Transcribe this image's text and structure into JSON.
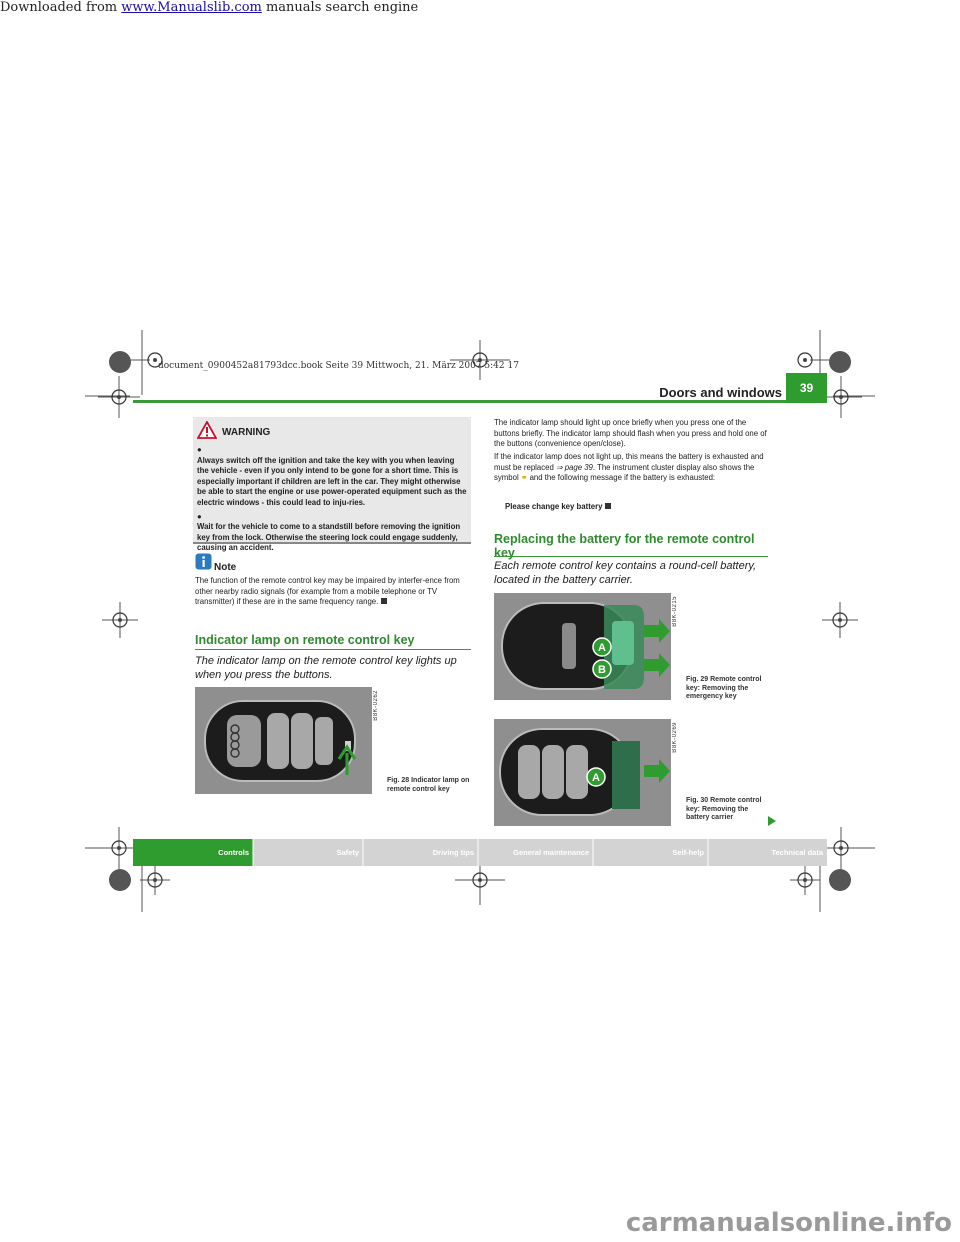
{
  "top_banner": {
    "downloaded_from": "Downloaded from",
    "site_link": "www.Manualslib.com",
    "suffix": "manuals search engine"
  },
  "bottom_watermark": "carmanualsonline.info",
  "file_stamp": "document_0900452a81793dcc.book  Seite 39  Mittwoch, 21. März 2007  5:42 17",
  "header": {
    "chapter_title": "Doors and windows",
    "page_number": "39"
  },
  "warning": {
    "title": "WARNING",
    "items": [
      "Always switch off the ignition and take the key with you when leaving the vehicle - even if you only intend to be gone for a short time. This is especially important if children are left in the car. They might otherwise be able to start the engine or use power-operated equipment such as the electric windows - this could lead to inju-ries.",
      "Wait for the vehicle to come to a standstill before removing the ignition key from the lock. Otherwise the steering lock could engage suddenly, causing an accident."
    ]
  },
  "note": {
    "title": "Note",
    "text": "The function of the remote control key may be impaired by interfer-ence from other nearby radio signals (for example from a mobile telephone or TV transmitter) if these are in the same frequency range."
  },
  "section1": {
    "heading": "Indicator lamp on remote control key",
    "subtitle": "The indicator lamp on the remote control key lights up when you press the buttons.",
    "figure_code": "B8K-0262",
    "figure_caption": "Fig. 28  Indicator lamp on remote control key"
  },
  "right_column": {
    "para1": "The indicator lamp should light up once briefly when you press one of the buttons briefly. The indicator lamp should flash when you press and hold one of the buttons (convenience open/close).",
    "para2_a": "If the indicator lamp does not light up, this means the battery is exhausted and must be replaced",
    "para2_ref": "page 39",
    "para2_b": ". The instrument cluster display also shows the symbol",
    "para2_c": "and the following message if the battery is exhausted:",
    "message": "Please change key battery"
  },
  "section2": {
    "heading": "Replacing the battery for the remote control key",
    "subtitle": "Each remote control key contains a round-cell battery, located in the battery carrier.",
    "fig29_code": "B8K-0215",
    "fig29_caption": "Fig. 29  Remote control key: Removing the emergency key",
    "fig29_label_a": "A",
    "fig29_label_b": "B",
    "fig30_code": "B8K-0269",
    "fig30_caption": "Fig. 30  Remote control key: Removing the battery carrier",
    "fig30_label_a": "A"
  },
  "footer_tabs": [
    "Controls",
    "Safety",
    "Driving tips",
    "General maintenance",
    "Self-help",
    "Technical data"
  ],
  "colors": {
    "accent_green": "#2e9c2e",
    "footer_gray": "#d3d3d3",
    "warning_bg": "#e8e8e8"
  }
}
